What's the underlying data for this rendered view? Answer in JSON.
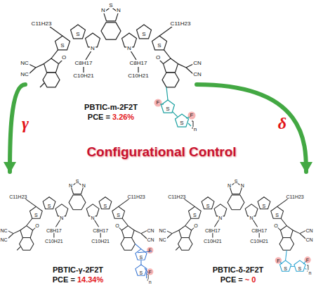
{
  "diagram": {
    "nodes": [
      {
        "text": [
          "PBTIC-m-2F2T",
          "PCE =",
          "3.26%"
        ]
      },
      {
        "text": [
          "PBTIC-γ-2F2T",
          "PCE =",
          "14.34%"
        ]
      },
      {
        "text": [
          "PBTIC-δ-2F2T",
          "PCE =",
          "~ 0"
        ]
      }
    ],
    "edges": [
      {
        "from": 0,
        "to": 1,
        "label": "γ",
        "arrow": "to"
      },
      {
        "from": 0,
        "to": 2,
        "label": "δ",
        "arrow": "to"
      }
    ],
    "labels": [
      "Configurational Control",
      "N",
      "S",
      "N",
      "S",
      "S",
      "S",
      "S",
      "C11H23",
      "C11H23",
      "N",
      "N",
      "C8H17",
      "C8H17",
      "C10H21",
      "C10H21",
      "NC",
      "NC",
      "O",
      "O",
      "CN",
      "CN",
      "F",
      "S",
      "F",
      "S",
      "n",
      "N",
      "S",
      "N",
      "S",
      "S",
      "S",
      "S",
      "C11H23",
      "C11H23",
      "N",
      "N",
      "C8H17",
      "C8H17",
      "C10H21",
      "C10H21",
      "NC",
      "NC",
      "O",
      "O",
      "CN",
      "CN",
      "F",
      "S",
      "F",
      "S",
      "n",
      "N",
      "S",
      "N",
      "S",
      "S",
      "S",
      "S",
      "C11H23",
      "C11H23",
      "N",
      "N",
      "C8H17",
      "C8H17",
      "C10H21",
      "C10H21",
      "NC",
      "NC",
      "O",
      "O",
      "CN",
      "CN",
      "F",
      "S",
      "F",
      "S",
      "n"
    ]
  }
}
